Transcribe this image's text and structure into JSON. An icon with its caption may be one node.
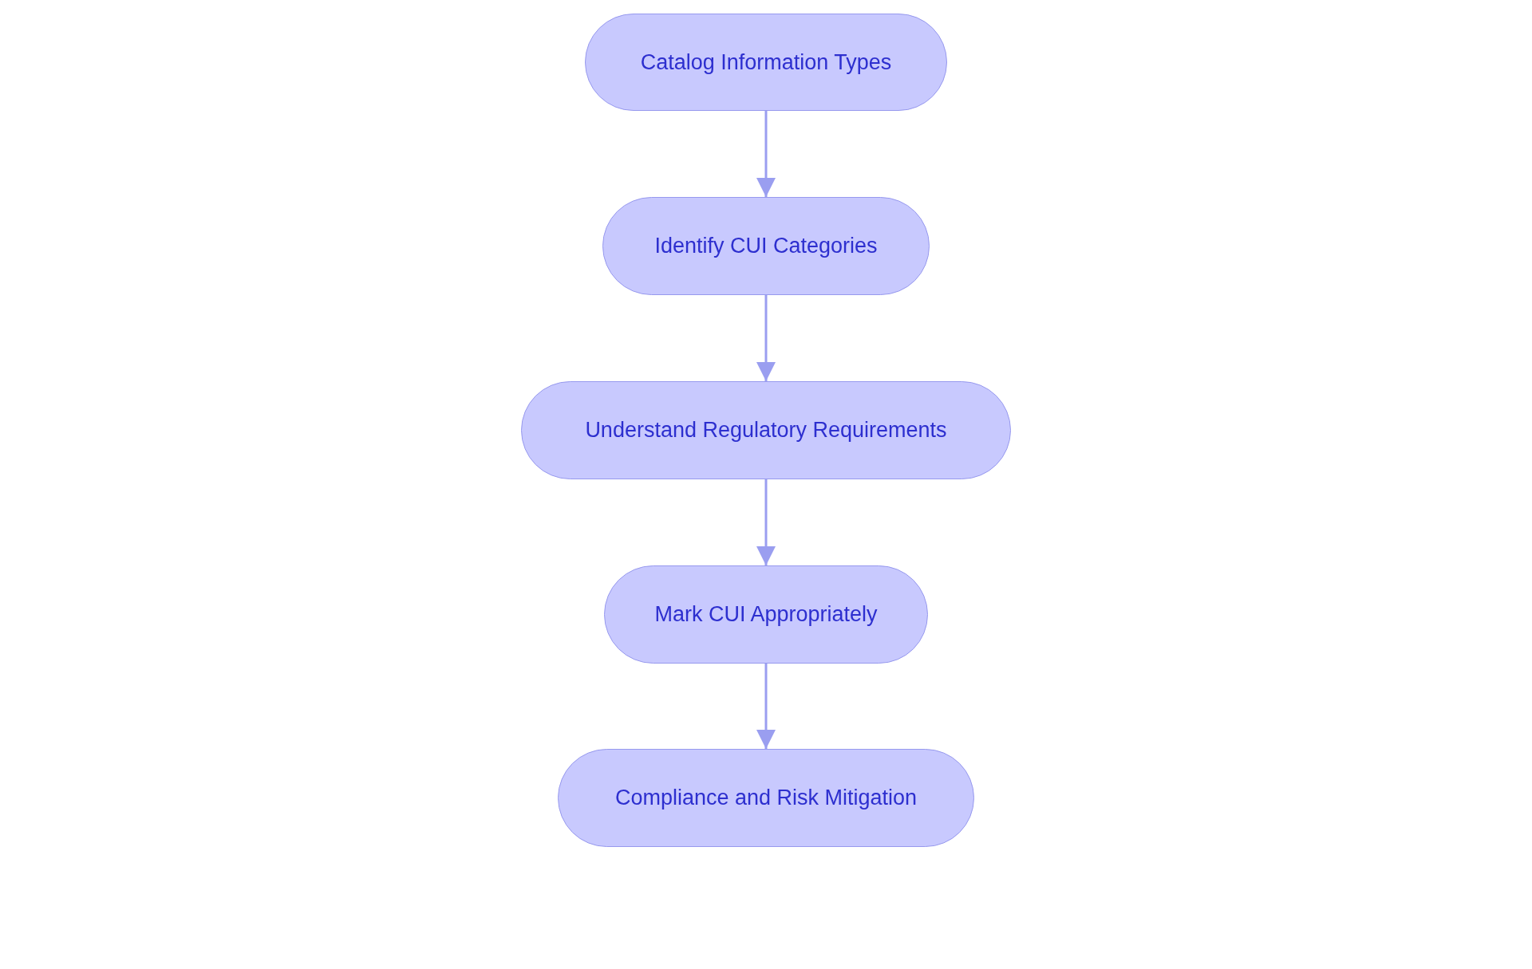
{
  "diagram": {
    "nodes": [
      {
        "text": [
          "Catalog Information Types"
        ]
      },
      {
        "text": [
          "Identify CUI Categories"
        ]
      },
      {
        "text": [
          "Understand Regulatory Requirements"
        ]
      },
      {
        "text": [
          "Mark CUI Appropriately"
        ]
      },
      {
        "text": [
          "Compliance and Risk Mitigation"
        ]
      }
    ],
    "edges": [
      {
        "from": 0,
        "to": 1,
        "arrow": "to"
      },
      {
        "from": 1,
        "to": 2,
        "arrow": "to"
      },
      {
        "from": 2,
        "to": 3,
        "arrow": "to"
      },
      {
        "from": 3,
        "to": 4,
        "arrow": "to"
      }
    ]
  }
}
